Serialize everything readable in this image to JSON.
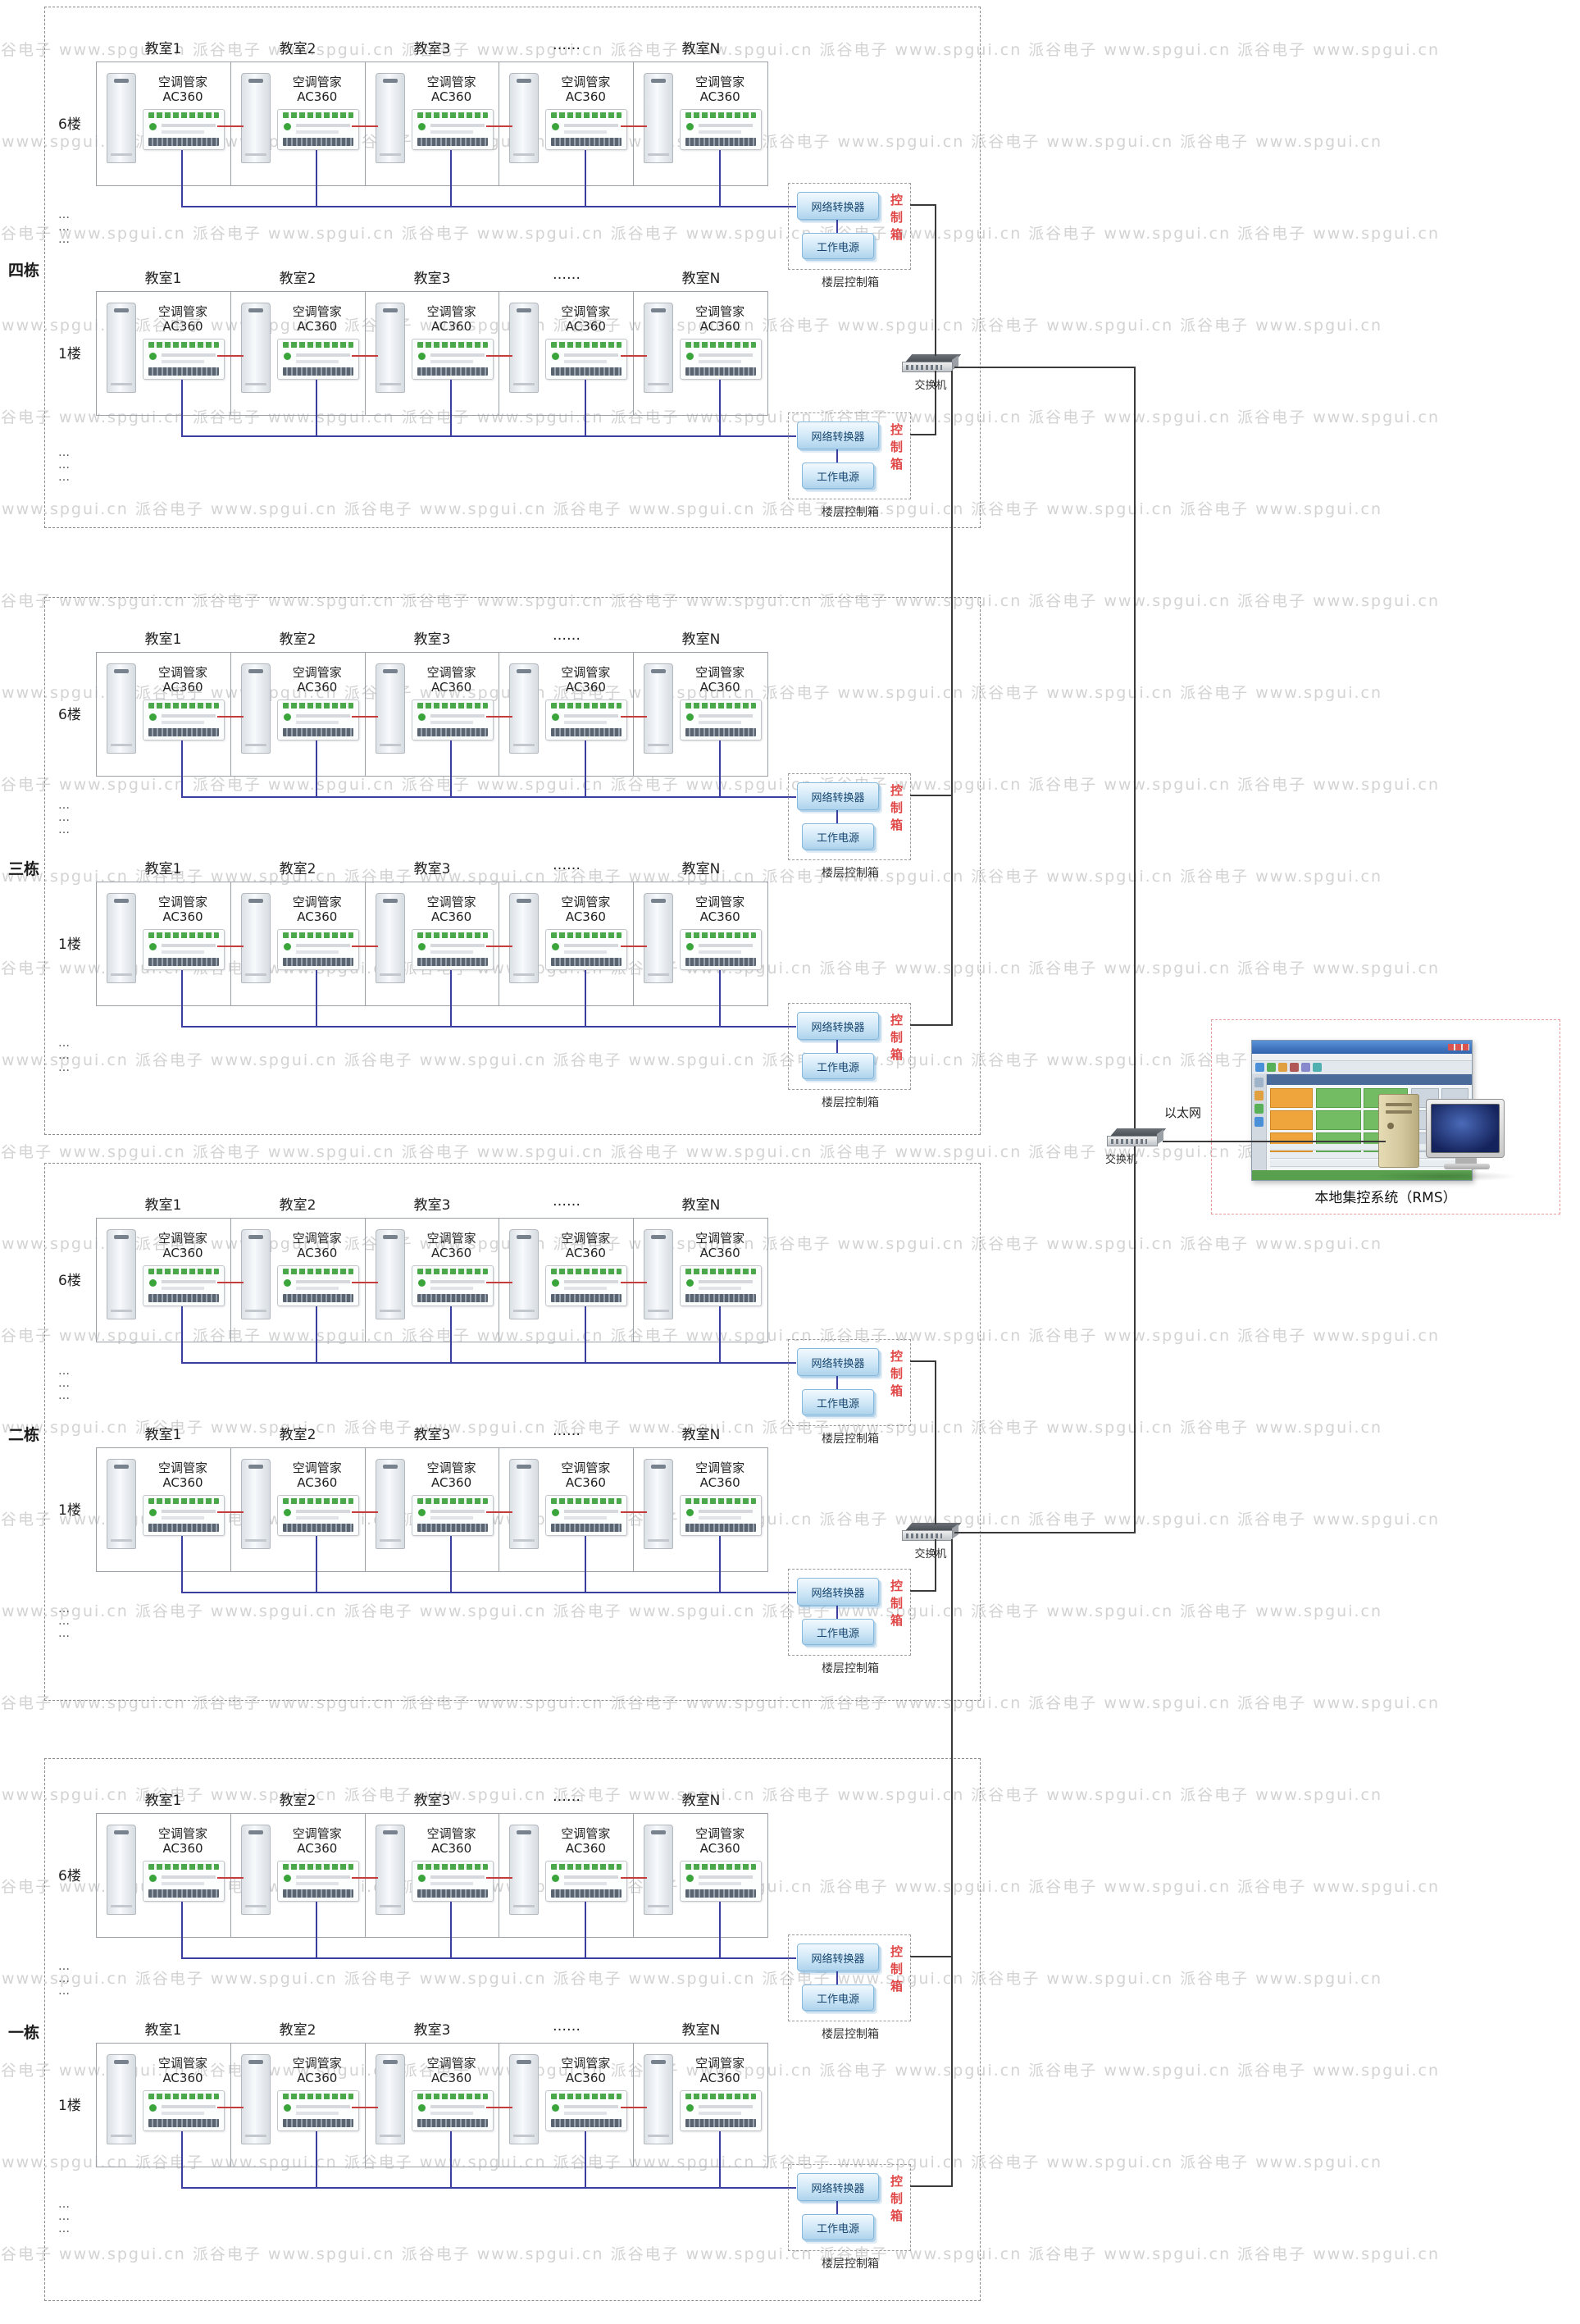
{
  "watermark": {
    "text": "派谷电子",
    "url": "www.spgui.cn"
  },
  "colors": {
    "black_line": "#3a3a3a",
    "blue_line": "#3a3f9f",
    "red_line": "#c43c3c",
    "control_box_red": "#e04848",
    "watermark": "#d3d3d3"
  },
  "diagram": {
    "buildings": [
      {
        "name": "四栋"
      },
      {
        "name": "三栋"
      },
      {
        "name": "二栋"
      },
      {
        "name": "一栋"
      }
    ],
    "floors": {
      "top": "6楼",
      "bottom": "1楼"
    },
    "classrooms": [
      "教室1",
      "教室2",
      "教室3",
      "……",
      "教室N"
    ],
    "ac_label_line1": "空调管家",
    "ac_label_line2": "AC360",
    "control_box": {
      "converter": "网络转换器",
      "power": "工作电源",
      "side": "控制箱",
      "caption": "楼层控制箱"
    },
    "switch_label": "交换机",
    "ethernet_label": "以太网",
    "rms_caption": "本地集控系统（RMS）",
    "ellipsis": "…"
  }
}
